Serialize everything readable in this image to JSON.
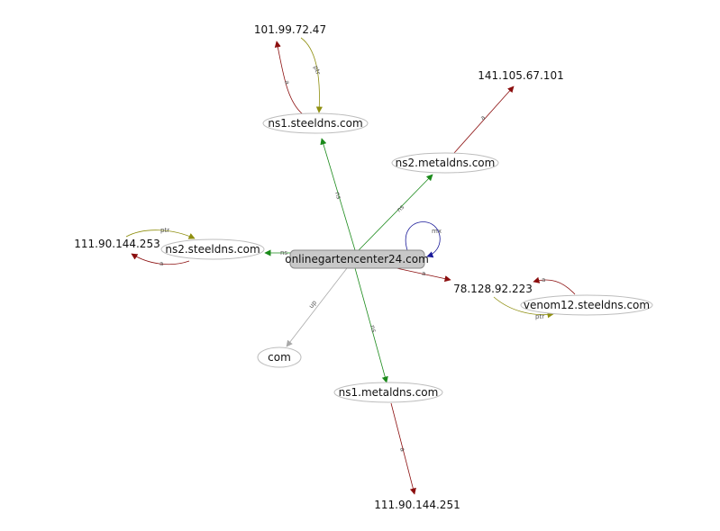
{
  "colors": {
    "ns": "#1a8a1a",
    "a": "#8b0e0e",
    "ptr": "#8f8f10",
    "mx": "#1a1a99",
    "up": "#a8a8a8",
    "ellipse_stroke": "#bdbdbd",
    "center_fill": "#c8c8c8"
  },
  "nodes": {
    "center": {
      "label": "onlinegartencenter24.com"
    },
    "ns1_steeldns": {
      "label": "ns1.steeldns.com"
    },
    "ns2_metaldns": {
      "label": "ns2.metaldns.com"
    },
    "ns2_steeldns": {
      "label": "ns2.steeldns.com"
    },
    "ns1_metaldns": {
      "label": "ns1.metaldns.com"
    },
    "venom12": {
      "label": "venom12.steeldns.com"
    },
    "com": {
      "label": "com"
    },
    "ip_101": {
      "label": "101.99.72.47"
    },
    "ip_141": {
      "label": "141.105.67.101"
    },
    "ip_111_253": {
      "label": "111.90.144.253"
    },
    "ip_78": {
      "label": "78.128.92.223"
    },
    "ip_111_251": {
      "label": "111.90.144.251"
    }
  },
  "edges": {
    "center_ns1_steeldns": "ns",
    "center_ns2_metaldns": "ns",
    "center_ns2_steeldns": "ns",
    "center_ns1_metaldns": "ns",
    "center_com": "up",
    "center_ip_78": "a",
    "center_mx": "mx",
    "ns1_steeldns_ip_101": "a",
    "ip_101_ns1_steeldns": "ptr",
    "ns2_metaldns_ip_141": "a",
    "ns2_steeldns_ip_111_253": "a",
    "ip_111_253_ns2_steeldns": "ptr",
    "ns1_metaldns_ip_111_251": "a",
    "venom12_ip_78": "a",
    "ip_78_venom12": "ptr"
  }
}
